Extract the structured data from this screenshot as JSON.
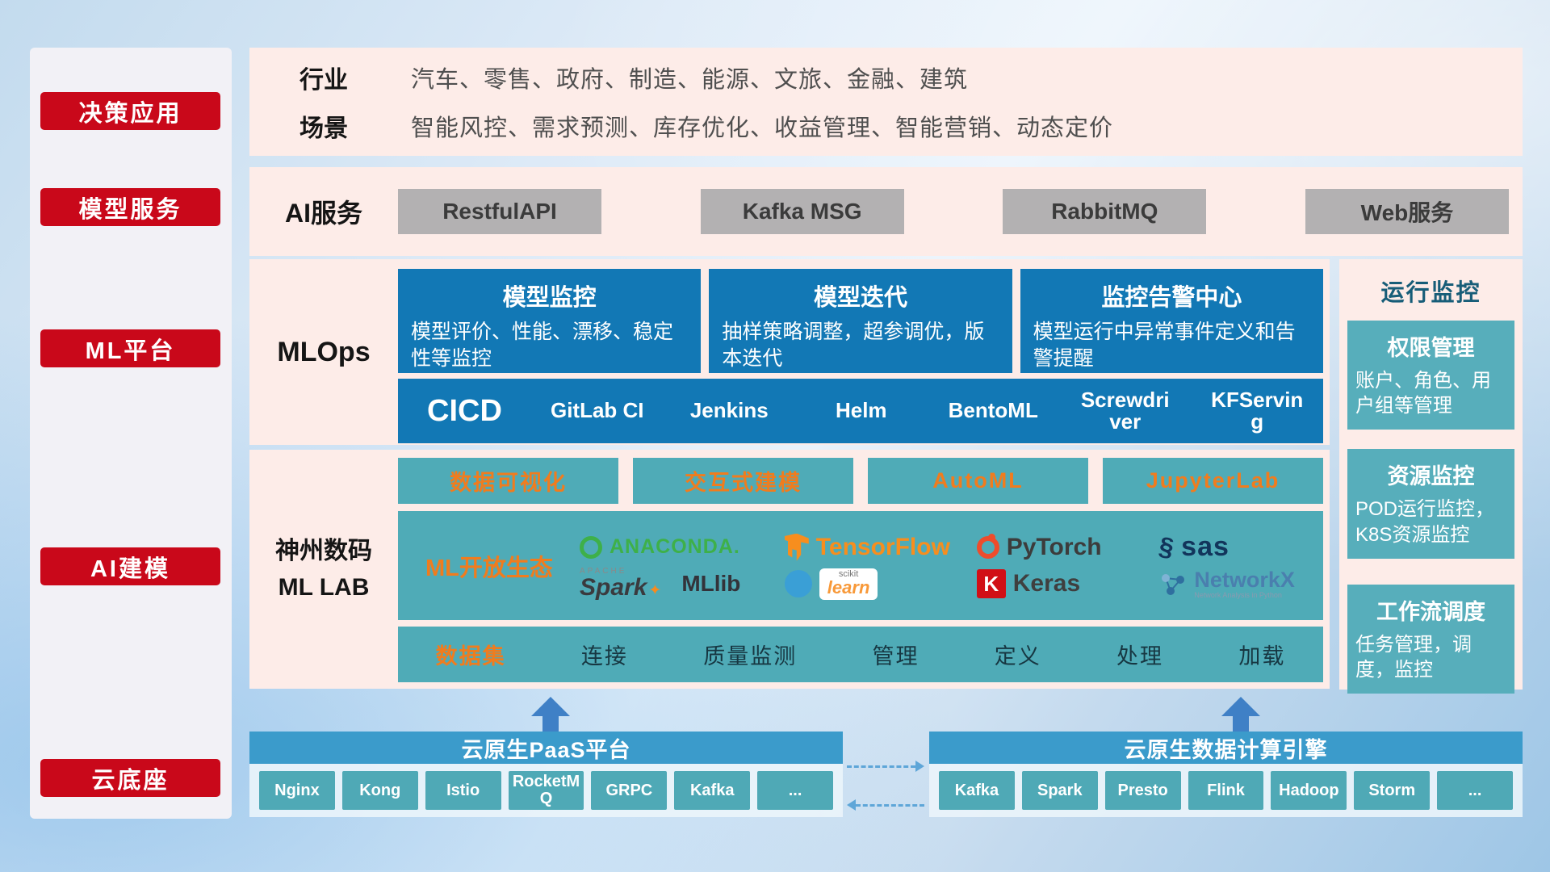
{
  "sidebar": {
    "items": [
      {
        "label": "决策应用"
      },
      {
        "label": "模型服务"
      },
      {
        "label": "ML平台"
      },
      {
        "label": "AI建模"
      },
      {
        "label": "云底座"
      }
    ]
  },
  "industry": {
    "rows": [
      {
        "label": "行业",
        "text": "汽车、零售、政府、制造、能源、文旅、金融、建筑"
      },
      {
        "label": "场景",
        "text": "智能风控、需求预测、库存优化、收益管理、智能营销、动态定价"
      }
    ]
  },
  "ai_service": {
    "label": "AI服务",
    "items": [
      {
        "label": "RestfulAPI"
      },
      {
        "label": "Kafka MSG"
      },
      {
        "label": "RabbitMQ"
      },
      {
        "label": "Web服务"
      }
    ]
  },
  "mlops": {
    "label": "MLOps",
    "cards": [
      {
        "title": "模型监控",
        "desc": "模型评价、性能、漂移、稳定性等监控"
      },
      {
        "title": "模型迭代",
        "desc": "抽样策略调整，超参调优，版本迭代"
      },
      {
        "title": "监控告警中心",
        "desc": "模型运行中异常事件定义和告警提醒"
      }
    ],
    "cicd": {
      "label": "CICD",
      "items": [
        {
          "label": "GitLab CI"
        },
        {
          "label": "Jenkins"
        },
        {
          "label": "Helm"
        },
        {
          "label": "BentoML"
        },
        {
          "label": "Screwdriver"
        },
        {
          "label": "KFServing"
        }
      ]
    }
  },
  "monitor": {
    "title": "运行监控",
    "cards": [
      {
        "title": "权限管理",
        "desc": "账户、角色、用户组等管理"
      },
      {
        "title": "资源监控",
        "desc": "POD运行监控，K8S资源监控"
      },
      {
        "title": "工作流调度",
        "desc": "任务管理，调度，监控"
      }
    ]
  },
  "mllab": {
    "label_line1": "神州数码",
    "label_line2": "ML LAB",
    "tools": [
      {
        "label": "数据可视化"
      },
      {
        "label": "交互式建模"
      },
      {
        "label": "AutoML"
      },
      {
        "label": "JupyterLab"
      }
    ],
    "ecosystem": {
      "label": "ML开放生态",
      "logos": {
        "anaconda": "ANACONDA.",
        "tensorflow": "TensorFlow",
        "pytorch": "PyTorch",
        "sas": "sas",
        "apache": "APACHE",
        "spark": "Spark",
        "mllib": "MLlib",
        "scikit": "scikit",
        "learn": "learn",
        "keras_k": "K",
        "keras": "Keras",
        "networkx": "NetworkX",
        "networkx_sub": "Network Analysis in Python"
      }
    },
    "dataset": {
      "label": "数据集",
      "items": [
        {
          "label": "连接"
        },
        {
          "label": "质量监测"
        },
        {
          "label": "管理"
        },
        {
          "label": "定义"
        },
        {
          "label": "处理"
        },
        {
          "label": "加载"
        }
      ]
    }
  },
  "cloud": {
    "paas": {
      "title": "云原生PaaS平台",
      "items": [
        {
          "label": "Nginx"
        },
        {
          "label": "Kong"
        },
        {
          "label": "Istio"
        },
        {
          "label": "RocketMQ"
        },
        {
          "label": "GRPC"
        },
        {
          "label": "Kafka"
        },
        {
          "label": "..."
        }
      ]
    },
    "engine": {
      "title": "云原生数据计算引擎",
      "items": [
        {
          "label": "Kafka"
        },
        {
          "label": "Spark"
        },
        {
          "label": "Presto"
        },
        {
          "label": "Flink"
        },
        {
          "label": "Hadoop"
        },
        {
          "label": "Storm"
        },
        {
          "label": "..."
        }
      ]
    }
  },
  "colors": {
    "red_accent": "#c9081a",
    "panel_pink": "#fdece8",
    "blue_card": "#1278b5",
    "teal_card": "#4fabb7",
    "orange_accent": "#f07c1e",
    "bottom_bar_blue": "#3b9bcb",
    "chip_teal": "#4fa9b6",
    "gray_button": "#b3b1b2"
  }
}
